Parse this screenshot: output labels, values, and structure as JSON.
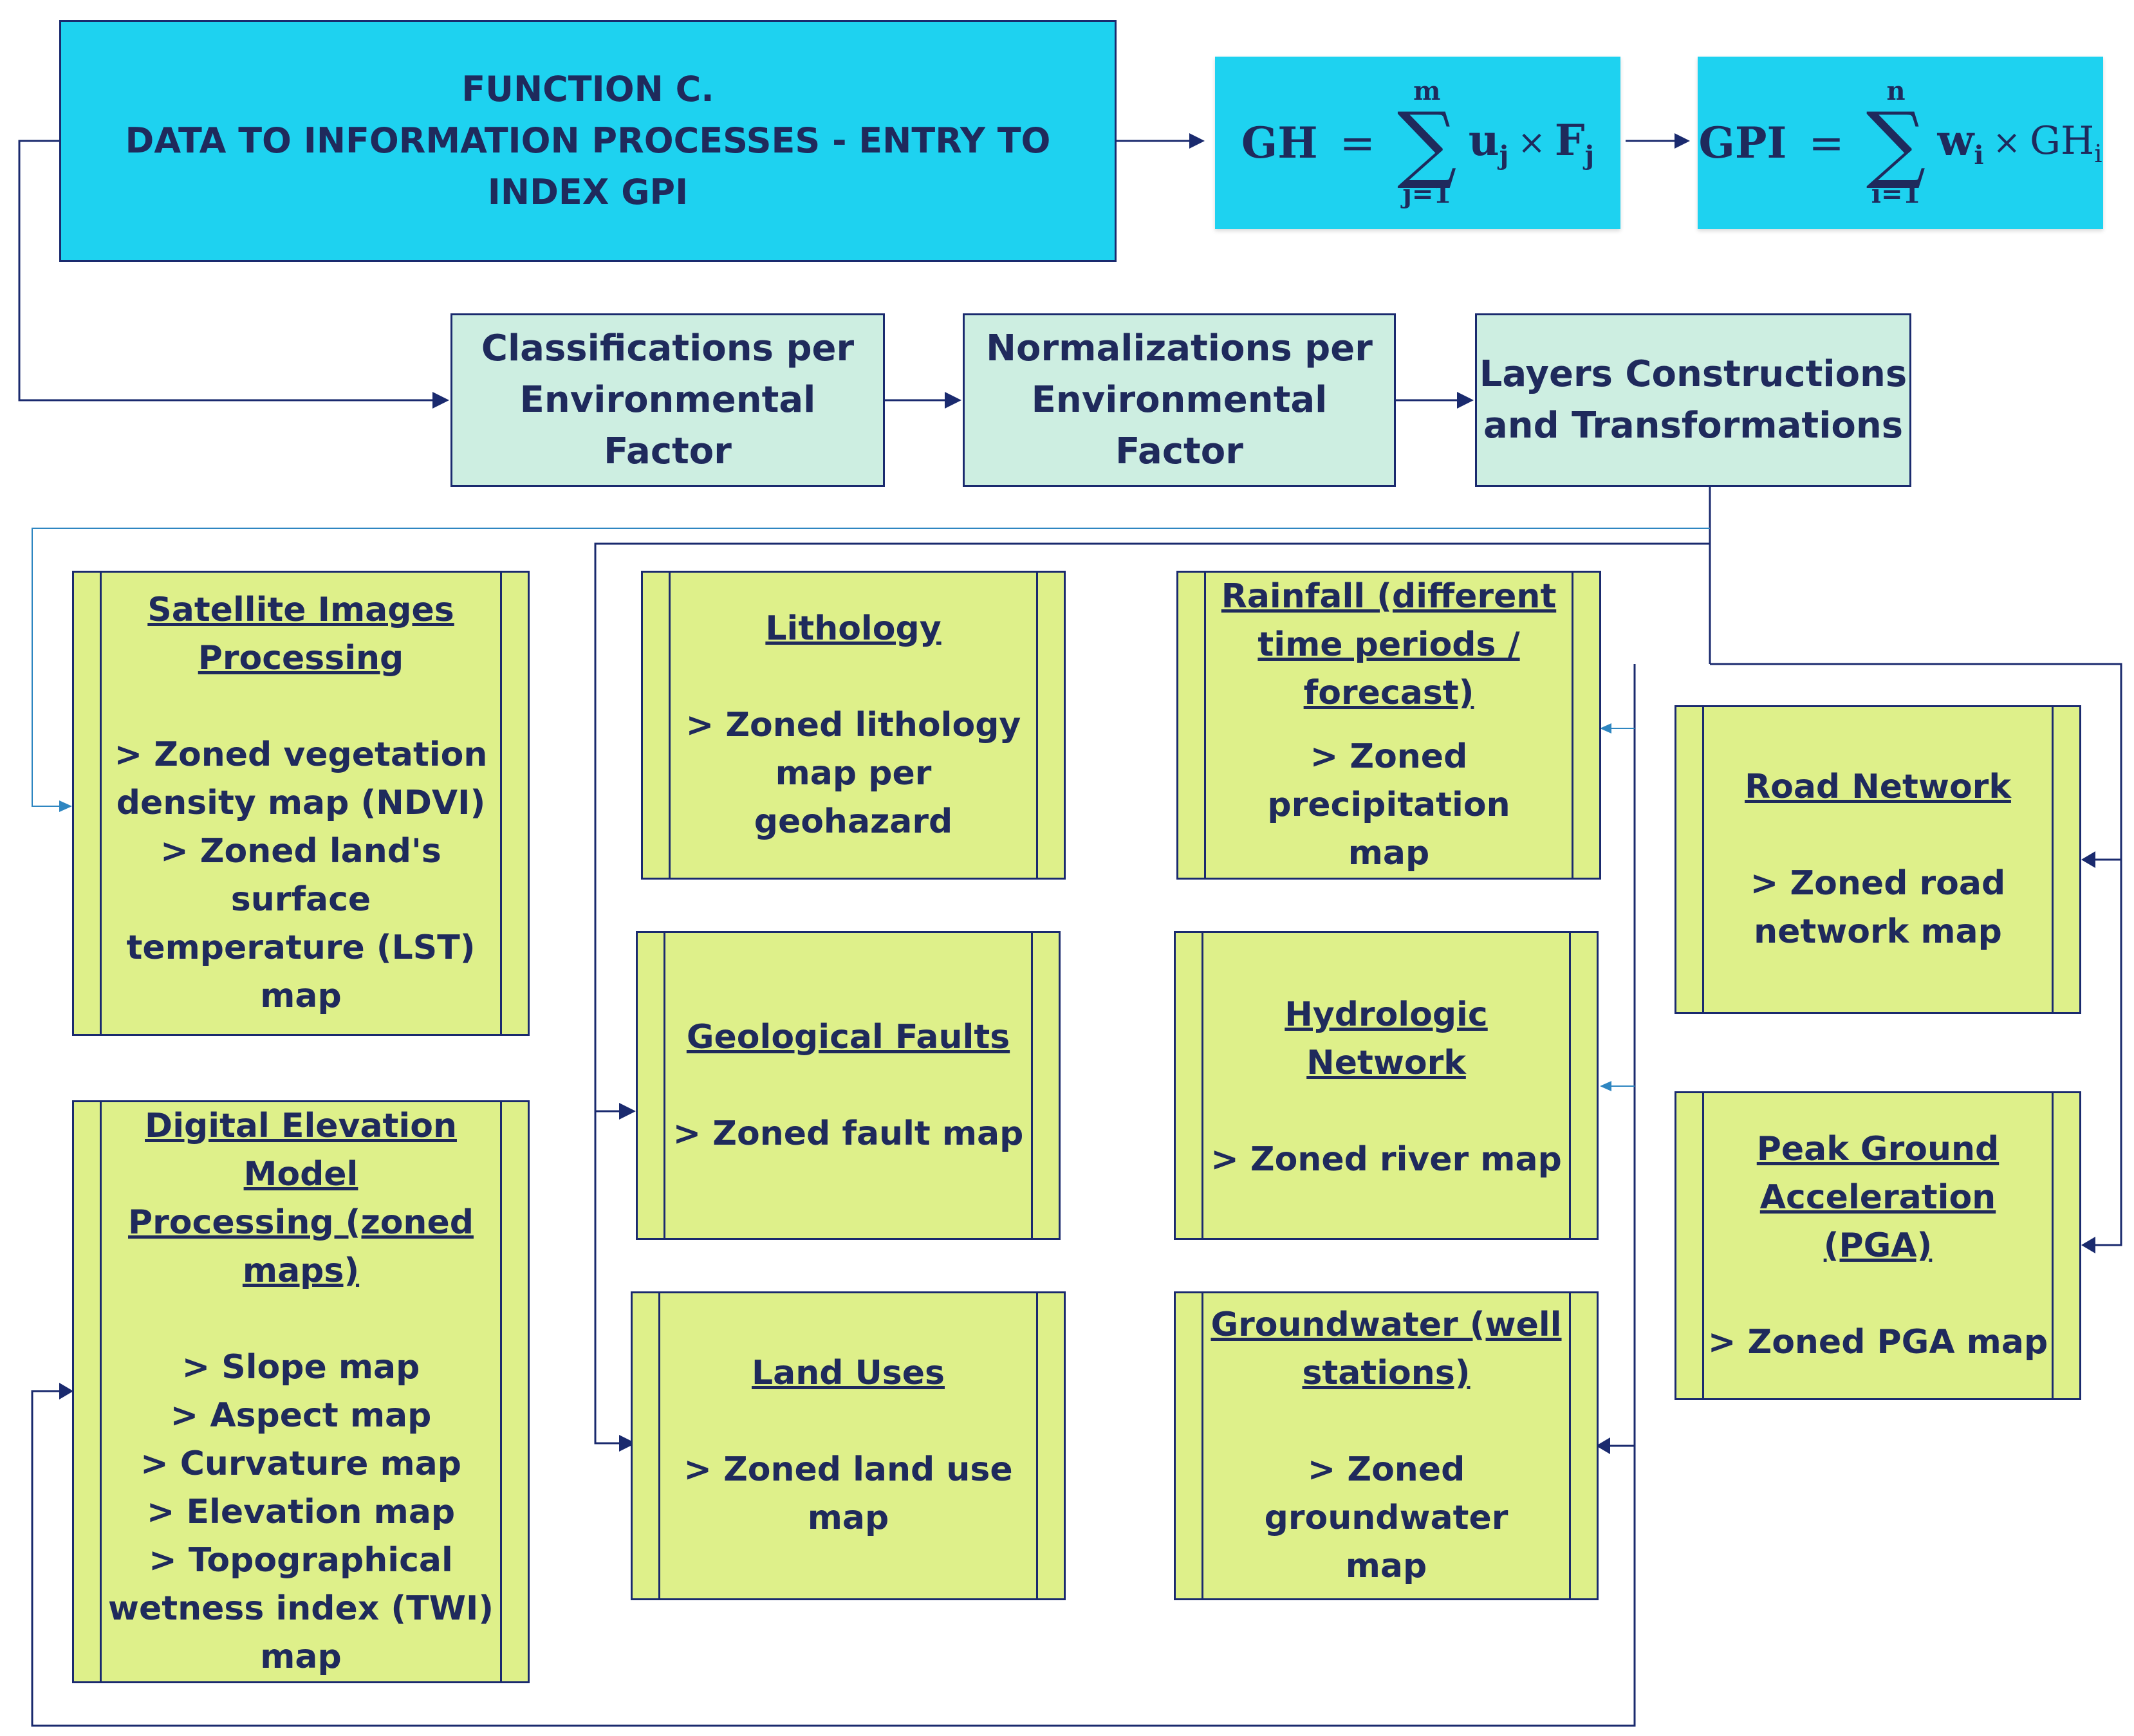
{
  "header": {
    "line1": "FUNCTION C.",
    "line2": "DATA TO INFORMATION PROCESSES - ENTRY TO INDEX GPI"
  },
  "formula_gh": {
    "lhs": "GH",
    "eq": "=",
    "upper": "m",
    "lower": "j=1",
    "u": "u",
    "u_sub": "j",
    "times": "×",
    "f": "F",
    "f_sub": "j"
  },
  "formula_gpi": {
    "lhs": "GPI",
    "eq": "=",
    "upper": "n",
    "lower": "i=1",
    "w": "w",
    "w_sub": "i",
    "times": "×",
    "gh": "GH",
    "gh_sub": "i"
  },
  "processes": {
    "classifications": {
      "line1": "Classifications per",
      "line2": "Environmental Factor"
    },
    "normalizations": {
      "line1": "Normalizations per",
      "line2": "Environmental Factor"
    },
    "layers": {
      "line1": "Layers Constructions",
      "line2": "and Transformations"
    }
  },
  "boxes": {
    "satellite": {
      "title1": "Satellite Images",
      "title2": "Processing",
      "b1": "> Zoned vegetation",
      "b2": "density map (NDVI)",
      "b3": "> Zoned  land's surface",
      "b4": "temperature (LST) map"
    },
    "dem": {
      "title1": "Digital Elevation Model",
      "title2": "Processing (zoned",
      "title3": "maps)",
      "b1": "> Slope map",
      "b2": "> Aspect map",
      "b3": "> Curvature map",
      "b4": "> Elevation map",
      "b5": "> Topographical",
      "b6": "wetness index (TWI)",
      "b7": "map"
    },
    "lithology": {
      "title1": "Lithology",
      "b1": "> Zoned lithology",
      "b2": "map per geohazard"
    },
    "faults": {
      "title1": "Geological Faults",
      "b1": "> Zoned fault map"
    },
    "landuse": {
      "title1": "Land Uses",
      "b1": "> Zoned land use map"
    },
    "rainfall": {
      "title1": "Rainfall (different",
      "title2": "time periods /",
      "title3": "forecast)",
      "b1": "> Zoned precipitation",
      "b2": "map"
    },
    "hydro": {
      "title1": "Hydrologic Network",
      "b1": "> Zoned river map"
    },
    "groundwater": {
      "title1": "Groundwater (well",
      "title2": "stations)",
      "b1": "> Zoned groundwater",
      "b2": "map"
    },
    "road": {
      "title1": "Road Network",
      "b1": "> Zoned road",
      "b2": "network map"
    },
    "pga": {
      "title1": "Peak Ground",
      "title2": "Acceleration (PGA)",
      "b1": "> Zoned PGA map"
    }
  },
  "colors": {
    "header_fill": "#1ed2f0",
    "process_fill": "#cdeee1",
    "subprocess_fill": "#def08a",
    "line": "#1a2a6e",
    "light_line": "#2e86c1"
  }
}
